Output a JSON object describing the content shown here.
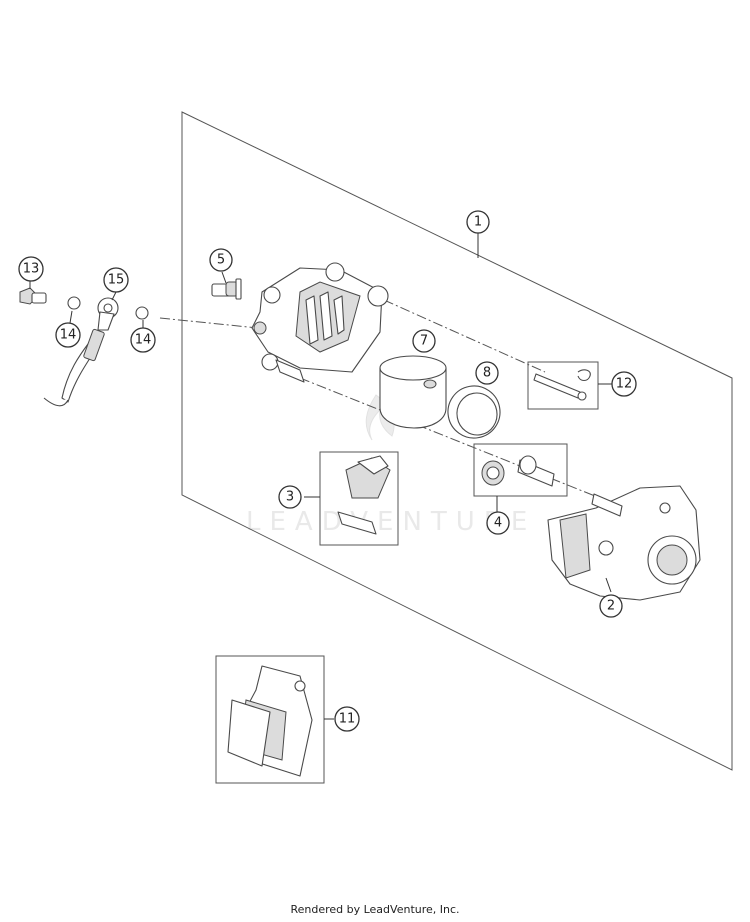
{
  "watermark": "LEADVENTURE",
  "callouts": [
    {
      "label": "1"
    },
    {
      "label": "2"
    },
    {
      "label": "3"
    },
    {
      "label": "4"
    },
    {
      "label": "5"
    },
    {
      "label": "7"
    },
    {
      "label": "8"
    },
    {
      "label": "11"
    },
    {
      "label": "12"
    },
    {
      "label": "13"
    },
    {
      "label": "14"
    },
    {
      "label": "14"
    },
    {
      "label": "15"
    }
  ],
  "footer": "Rendered by LeadVenture, Inc."
}
